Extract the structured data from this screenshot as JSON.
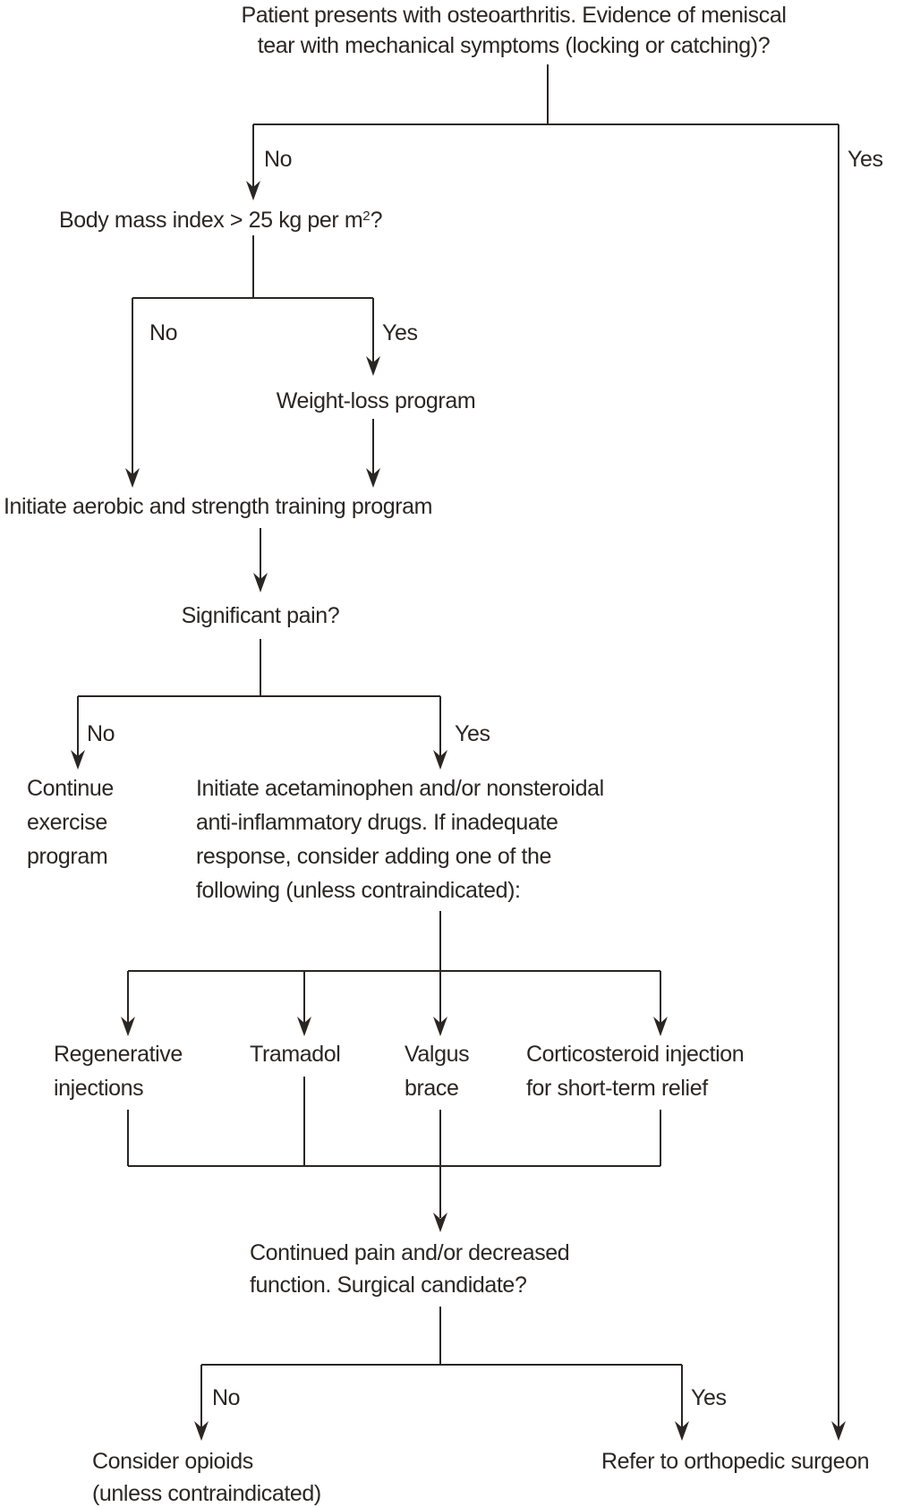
{
  "flowchart": {
    "colors": {
      "line": "#2a2624",
      "text": "#2a2624",
      "background": "#ffffff"
    },
    "nodes": {
      "root": {
        "lines": [
          "Patient presents with osteoarthritis. Evidence of meniscal",
          "tear with mechanical symptoms (locking or catching)?"
        ]
      },
      "bmi": {
        "pre": "Body mass index > 25 kg per m",
        "sup": "2",
        "post": "?"
      },
      "weight_loss": {
        "text": "Weight-loss program"
      },
      "aerobic": {
        "text": "Initiate aerobic and strength training program"
      },
      "significant_pain": {
        "text": "Significant pain?"
      },
      "continue_exercise": {
        "lines": [
          "Continue",
          "exercise",
          "program"
        ]
      },
      "analgesics": {
        "lines": [
          "Initiate acetaminophen and/or nonsteroidal",
          "anti-inflammatory drugs. If inadequate",
          "response, consider adding one of the",
          "following (unless contraindicated):"
        ]
      },
      "regenerative": {
        "lines": [
          "Regenerative",
          "injections"
        ]
      },
      "tramadol": {
        "text": "Tramadol"
      },
      "valgus": {
        "lines": [
          "Valgus",
          "brace"
        ]
      },
      "corticosteroid": {
        "lines": [
          "Corticosteroid injection",
          "for short-term relief"
        ]
      },
      "continued_pain": {
        "lines": [
          "Continued pain and/or decreased",
          "function. Surgical candidate?"
        ]
      },
      "opioids": {
        "lines": [
          "Consider opioids",
          "(unless contraindicated)"
        ]
      },
      "refer": {
        "text": "Refer to orthopedic surgeon"
      }
    },
    "edge_labels": {
      "root_no": "No",
      "root_yes": "Yes",
      "bmi_no": "No",
      "bmi_yes": "Yes",
      "pain_no": "No",
      "pain_yes": "Yes",
      "surgical_no": "No",
      "surgical_yes": "Yes"
    }
  }
}
